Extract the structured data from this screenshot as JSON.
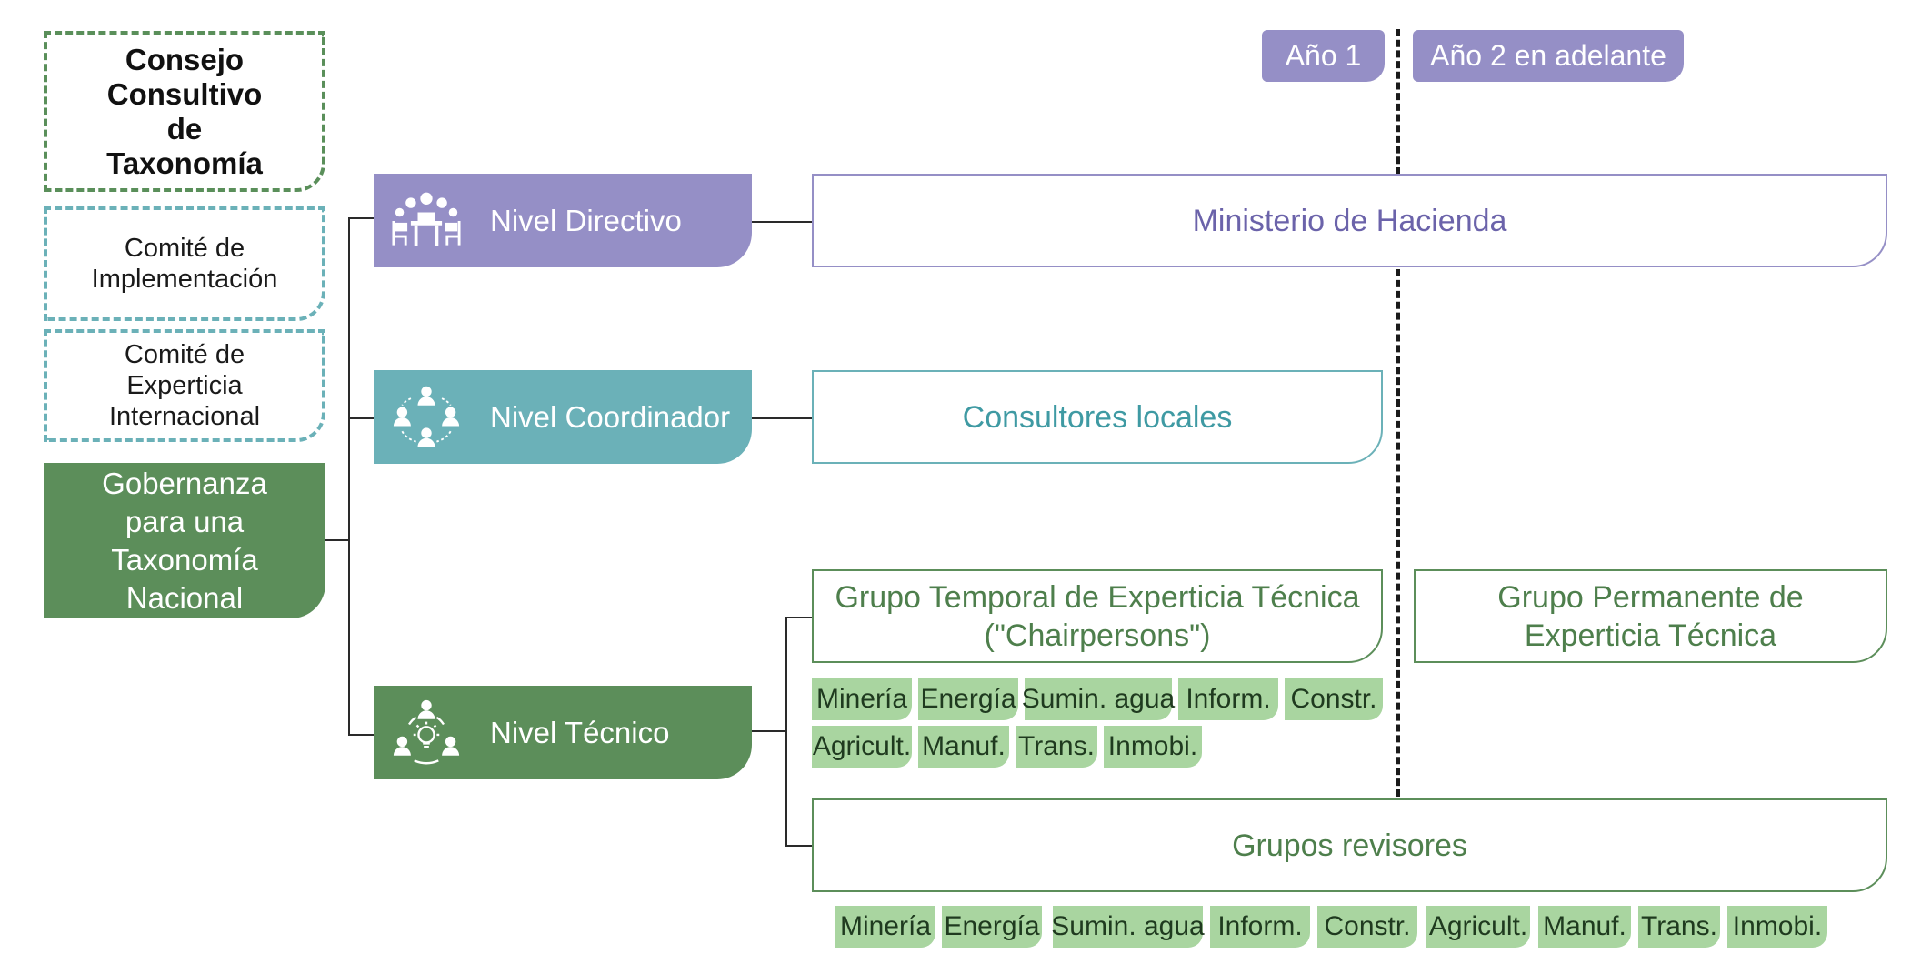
{
  "left_column": {
    "consejo": "Consejo Consultivo de Taxonomía",
    "comite_implementacion": "Comité de Implementación",
    "comite_experticia": "Comité de Experticia Internacional",
    "gobernanza": "Gobernanza para una Taxonomía Nacional"
  },
  "years": {
    "year1": "Año 1",
    "year2": "Año 2 en adelante"
  },
  "levels": {
    "directivo": "Nivel Directivo",
    "coordinador": "Nivel Coordinador",
    "tecnico": "Nivel Técnico"
  },
  "boxes": {
    "ministerio": "Ministerio de Hacienda",
    "consultores": "Consultores locales",
    "grupo_temporal_line1": "Grupo Temporal de Experticia Técnica",
    "grupo_temporal_line2": "(\"Chairpersons\")",
    "grupo_permanente_line1": "Grupo Permanente de",
    "grupo_permanente_line2": "Experticia Técnica",
    "grupos_revisores": "Grupos revisores"
  },
  "sectors_temporal_row1": [
    "Minería",
    "Energía",
    "Sumin. agua",
    "Inform.",
    "Constr."
  ],
  "sectors_temporal_row2": [
    "Agricult.",
    "Manuf.",
    "Trans.",
    "Inmobi."
  ],
  "sectors_revisores": [
    "Minería",
    "Energía",
    "Sumin. agua",
    "Inform.",
    "Constr.",
    "Agricult.",
    "Manuf.",
    "Trans.",
    "Inmobi."
  ],
  "colors": {
    "purple": "#958fc6",
    "teal": "#6bb1b8",
    "green": "#5c8e5a",
    "light_green": "#a9d5a0"
  },
  "icons": {
    "directivo": "meeting-table-icon",
    "coordinador": "people-circle-icon",
    "tecnico": "idea-team-icon"
  }
}
